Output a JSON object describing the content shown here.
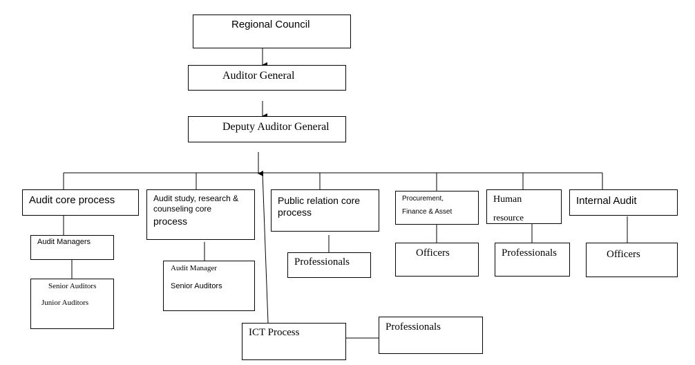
{
  "nodes": {
    "regional_council": "Regional Council",
    "auditor_general": "Auditor General",
    "deputy_auditor_general": "Deputy Auditor General",
    "audit_core": "Audit core process",
    "audit_managers": "Audit Managers",
    "senior_auditors": "Senior Auditors",
    "junior_auditors": "Junior Auditors",
    "audit_study": "Audit study, research & counseling core",
    "audit_study_process": "process",
    "audit_manager": "Audit Manager",
    "senior_auditors_2": "Senior Auditors",
    "public_relation": "Public relation core process",
    "professionals_pr": "Professionals",
    "procurement": "Procurement,",
    "finance_asset": "Finance &  Asset",
    "officers_proc": "Officers",
    "human": "Human",
    "resource": "resource",
    "professionals_hr": "Professionals",
    "internal_audit": "Internal Audit",
    "officers_ia": "Officers",
    "ict_process": "ICT Process",
    "professionals_ict": "Professionals"
  }
}
